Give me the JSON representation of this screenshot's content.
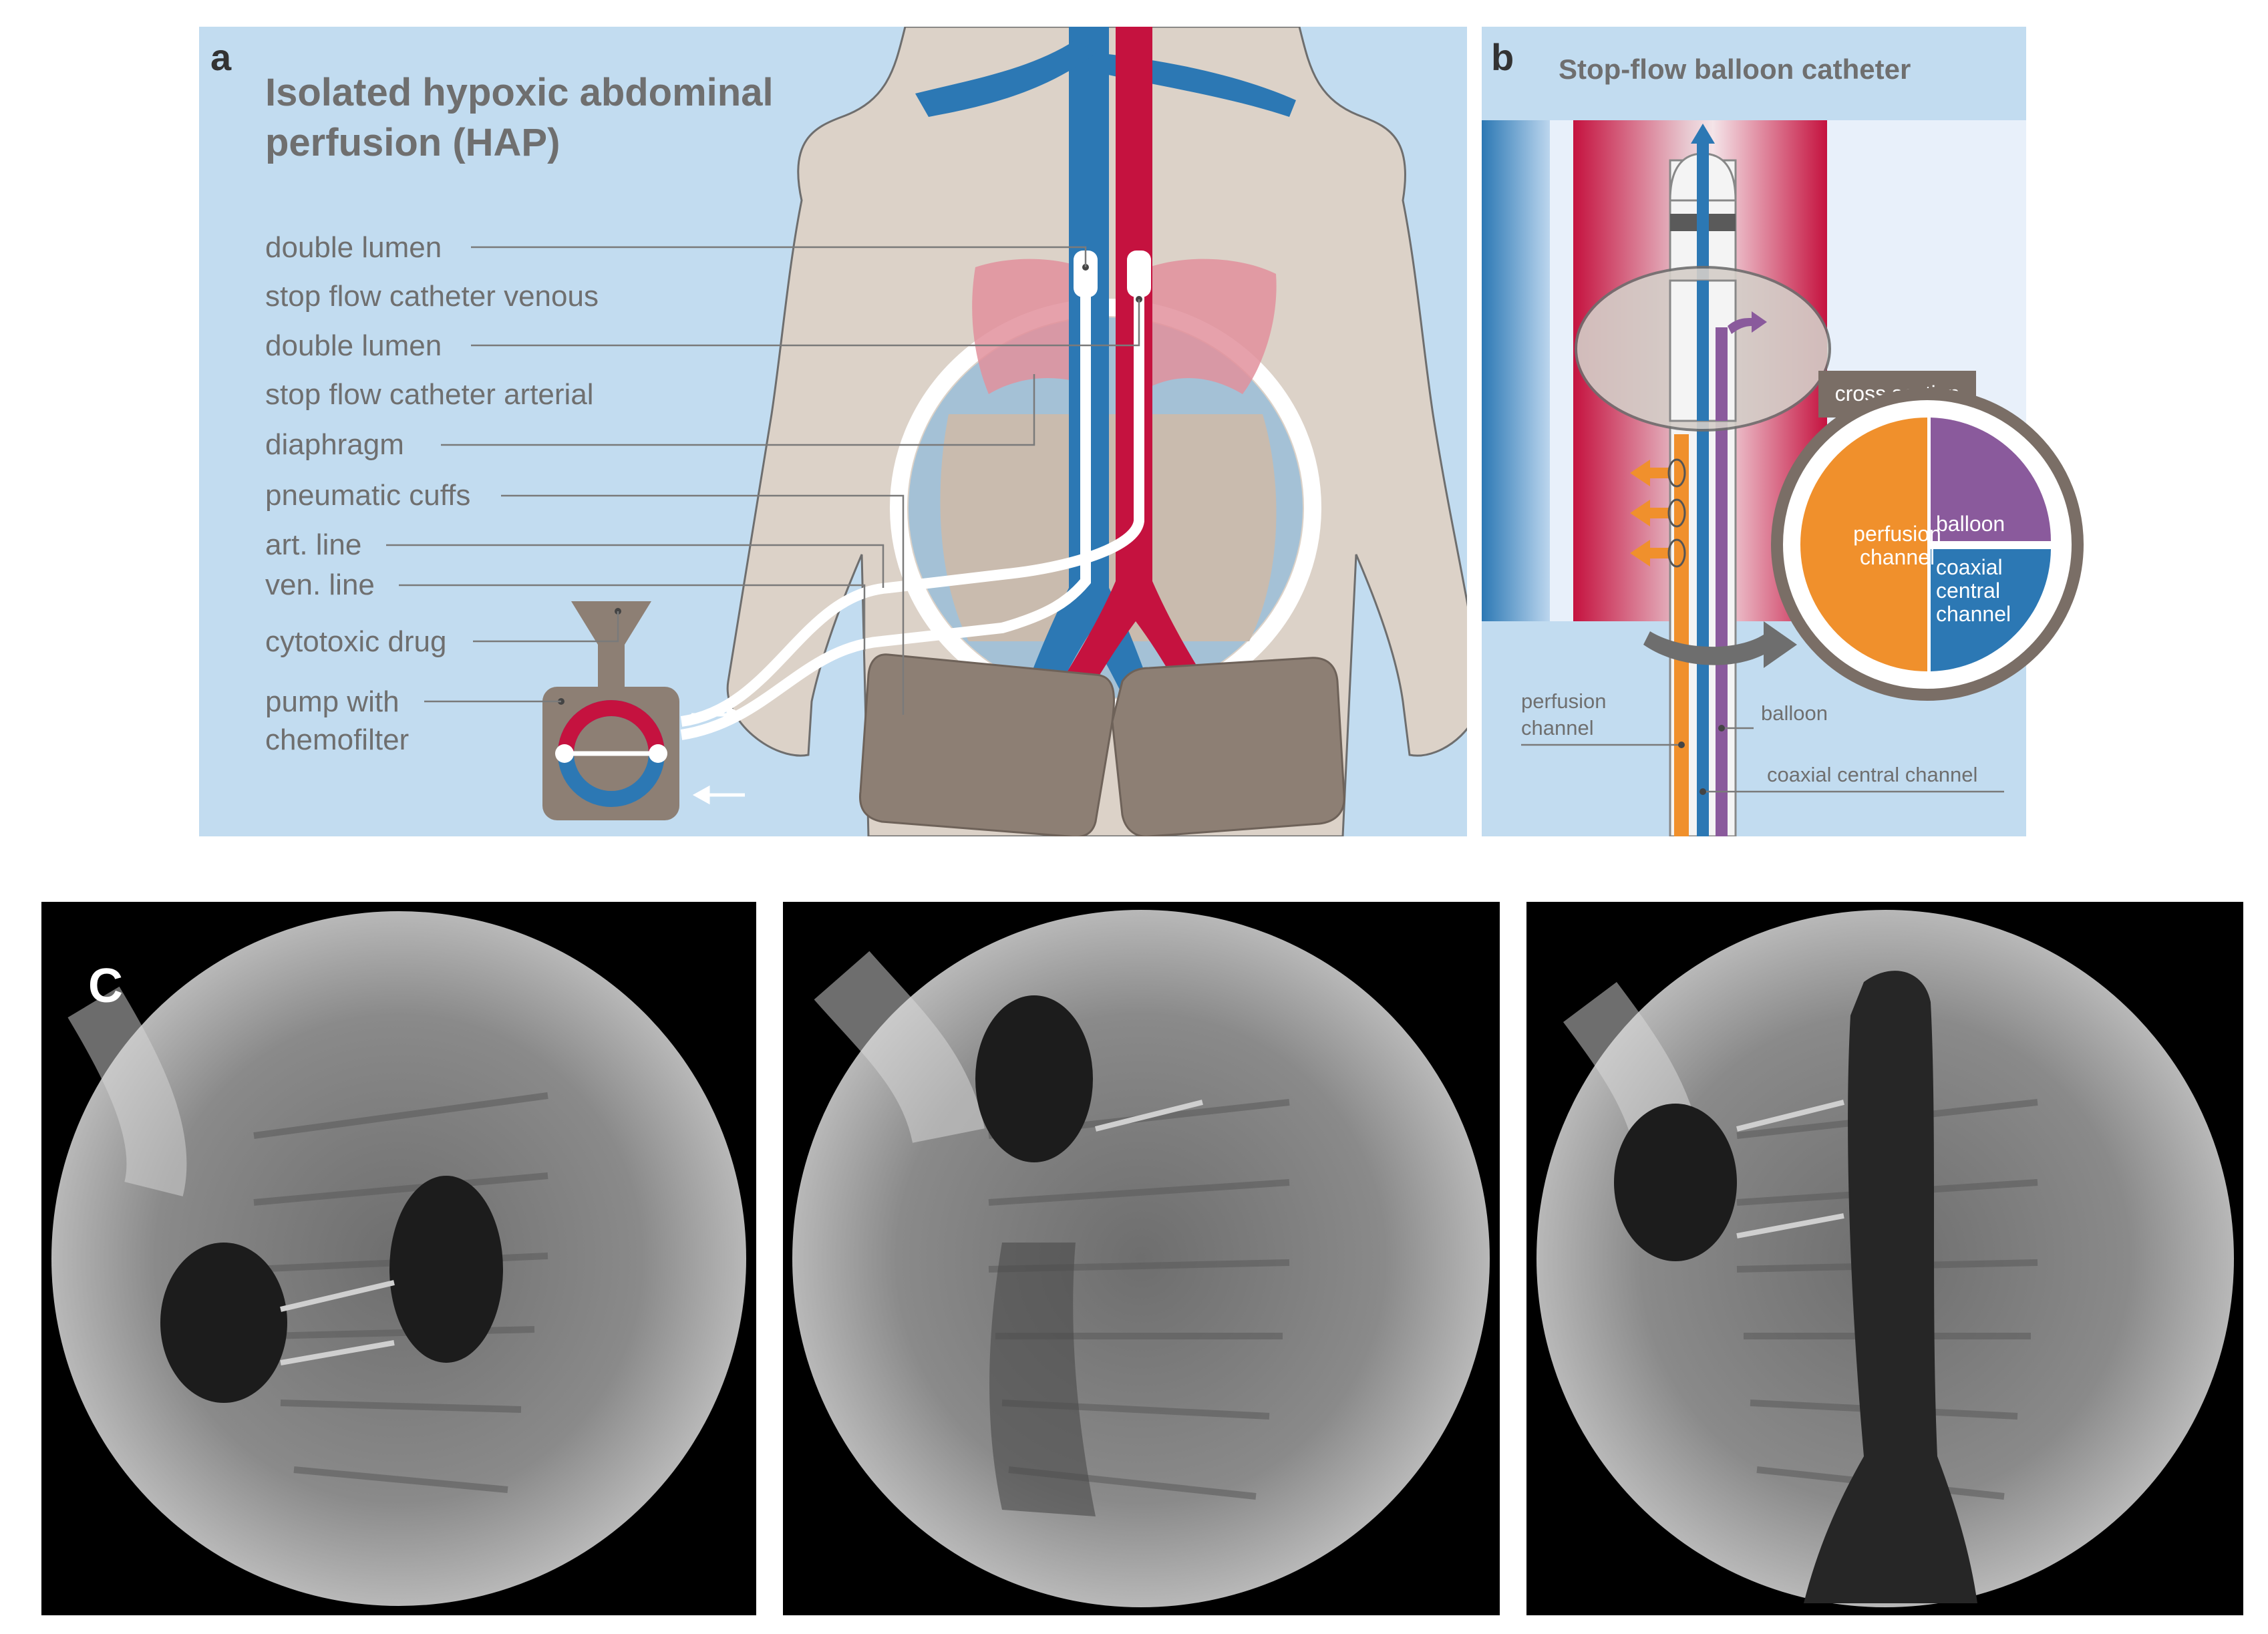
{
  "panel_a": {
    "letter": "a",
    "title_line1": "Isolated hypoxic abdominal",
    "title_line2": "perfusion (HAP)",
    "labels": [
      "double lumen",
      "stop flow catheter venous",
      "double lumen",
      "stop flow catheter arterial",
      "diaphragm",
      "pneumatic cuffs",
      "art. line",
      "ven. line",
      "cytotoxic drug",
      "pump with",
      "chemofilter"
    ]
  },
  "panel_b": {
    "letter": "b",
    "title": "Stop-flow balloon catheter",
    "cross_section_title": "cross section",
    "cross_section": {
      "perfusion_line1": "perfusion",
      "perfusion_line2": "channel",
      "balloon": "balloon",
      "coaxial_line1": "coaxial",
      "coaxial_line2": "central",
      "coaxial_line3": "channel"
    },
    "labels": {
      "perfusion_line1": "perfusion",
      "perfusion_line2": "channel",
      "balloon": "balloon",
      "coaxial": "coaxial central channel"
    }
  },
  "panel_c": {
    "letter": "C"
  },
  "colors": {
    "background_blue": "#c2dcf0",
    "artery_red": "#c5123f",
    "vein_blue": "#2c78b4",
    "skin": "#dcd2c8",
    "cuff_brown": "#8d7f74",
    "perfusion_orange": "#f0902c",
    "balloon_purple": "#8a5a9c"
  }
}
